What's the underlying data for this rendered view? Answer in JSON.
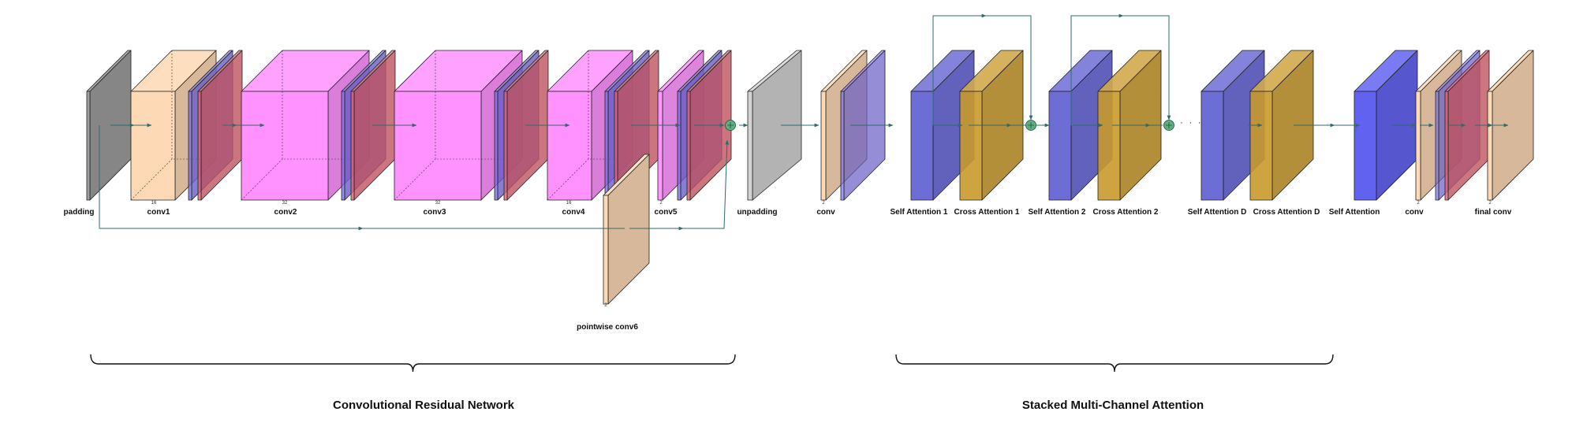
{
  "layers": [
    {
      "id": "padding",
      "label": "padding",
      "dim": ""
    },
    {
      "id": "conv1",
      "label": "conv1",
      "dim": "16"
    },
    {
      "id": "conv2",
      "label": "conv2",
      "dim": "32"
    },
    {
      "id": "conv3",
      "label": "conv3",
      "dim": "32"
    },
    {
      "id": "conv4",
      "label": "conv4",
      "dim": "16"
    },
    {
      "id": "conv5",
      "label": "conv5",
      "dim": "2"
    },
    {
      "id": "pointwise_conv6",
      "label": "pointwise conv6",
      "dim": "2"
    },
    {
      "id": "unpadding",
      "label": "unpadding",
      "dim": ""
    },
    {
      "id": "conv_a",
      "label": "conv",
      "dim": "2"
    },
    {
      "id": "self_attention_1",
      "label": "Self Attention 1",
      "dim": ""
    },
    {
      "id": "cross_attention_1",
      "label": "Cross Attention 1",
      "dim": ""
    },
    {
      "id": "self_attention_2",
      "label": "Self Attention 2",
      "dim": ""
    },
    {
      "id": "cross_attention_2",
      "label": "Cross Attention 2",
      "dim": ""
    },
    {
      "id": "self_attention_d",
      "label": "Self Attention D",
      "dim": ""
    },
    {
      "id": "cross_attention_d",
      "label": "Cross Attention D",
      "dim": ""
    },
    {
      "id": "self_attention",
      "label": "Self Attention",
      "dim": ""
    },
    {
      "id": "conv_b",
      "label": "conv",
      "dim": "2"
    },
    {
      "id": "final_conv",
      "label": "final conv",
      "dim": "2"
    }
  ],
  "groups": [
    {
      "id": "cnn",
      "label": "Convolutional Residual Network"
    },
    {
      "id": "attn",
      "label": "Stacked Multi-Channel Attention"
    }
  ],
  "ellipsis": "· · ·",
  "colors": {
    "conv": "#fdd9b5",
    "big_conv": "#ff8cff",
    "norm": "#7a6fe8",
    "act": "#e06070",
    "pad": "#9e9e9e",
    "unpad": "#d3d3d3",
    "self_attn": "#5353cf",
    "cross_attn": "#c99a2c",
    "arrow": "#2f6b6b",
    "sum": "#5fae80"
  }
}
